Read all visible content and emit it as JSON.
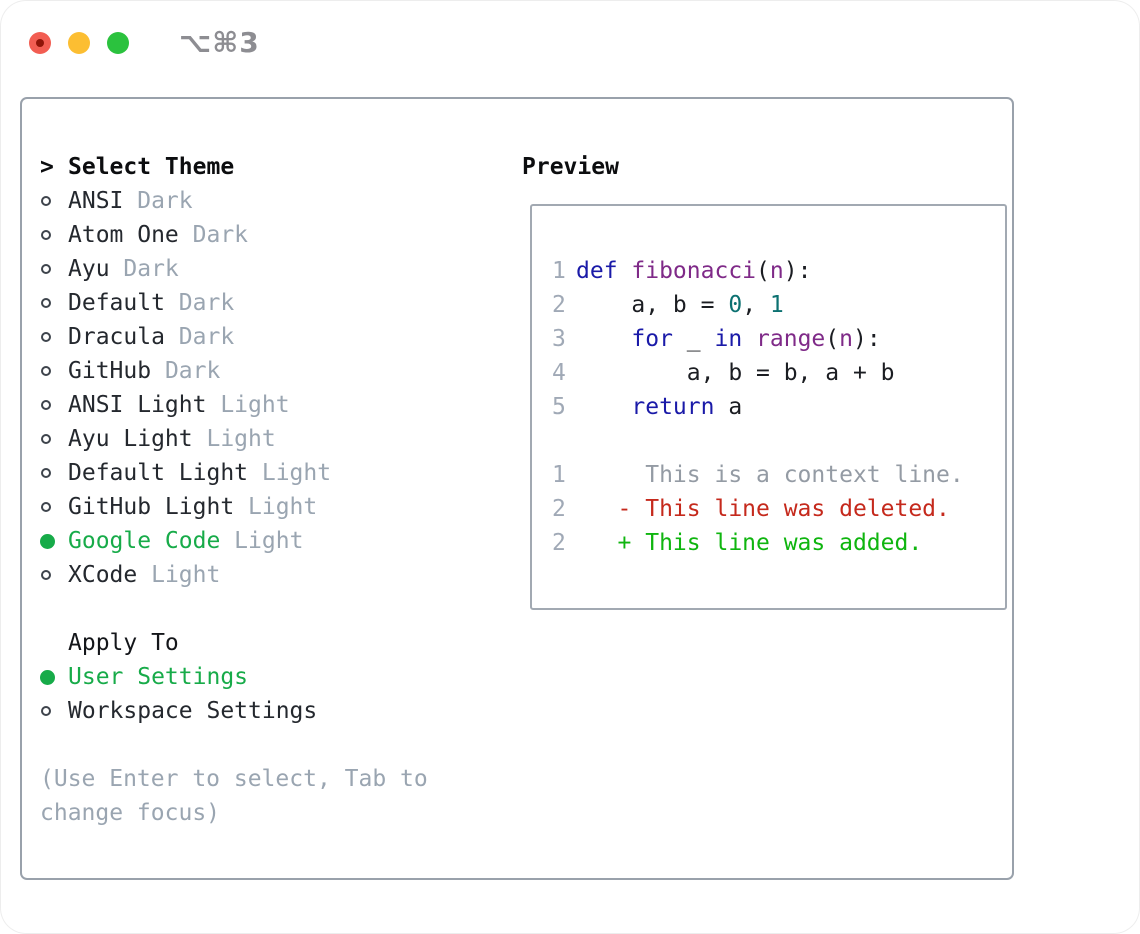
{
  "window": {
    "title": "⌥⌘3",
    "traffic_lights": [
      "close",
      "minimize",
      "zoom"
    ]
  },
  "colors": {
    "accent_green": "#17ab49",
    "panel_border": "#99a1ab",
    "muted_gray": "#9aa5b1"
  },
  "theme_panel": {
    "prompt": ">",
    "title": "Select Theme",
    "themes": [
      {
        "name": "ANSI",
        "variant": "Dark",
        "selected": false
      },
      {
        "name": "Atom One",
        "variant": "Dark",
        "selected": false
      },
      {
        "name": "Ayu",
        "variant": "Dark",
        "selected": false
      },
      {
        "name": "Default",
        "variant": "Dark",
        "selected": false
      },
      {
        "name": "Dracula",
        "variant": "Dark",
        "selected": false
      },
      {
        "name": "GitHub",
        "variant": "Dark",
        "selected": false
      },
      {
        "name": "ANSI Light",
        "variant": "Light",
        "selected": false
      },
      {
        "name": "Ayu Light",
        "variant": "Light",
        "selected": false
      },
      {
        "name": "Default Light",
        "variant": "Light",
        "selected": false
      },
      {
        "name": "GitHub Light",
        "variant": "Light",
        "selected": false
      },
      {
        "name": "Google Code",
        "variant": "Light",
        "selected": true
      },
      {
        "name": "XCode",
        "variant": "Light",
        "selected": false
      }
    ],
    "apply_to": {
      "title": "Apply To",
      "options": [
        {
          "name": "User Settings",
          "selected": true
        },
        {
          "name": "Workspace Settings",
          "selected": false
        }
      ]
    },
    "hint": "(Use Enter to select, Tab to change focus)"
  },
  "preview": {
    "title": "Preview",
    "syntax_colors": {
      "keyword": "#1a1aa8",
      "function": "#7f2a88",
      "literal": "#0c7171",
      "plain": "#1b1d22",
      "line_number": "#a0a9b6",
      "context": "#949ba4",
      "deleted": "#c5291c",
      "added": "#0fb50f"
    },
    "lines": [
      {
        "num": "1",
        "segments": [
          {
            "text": "def ",
            "color": "keyword"
          },
          {
            "text": "fibonacci",
            "color": "function"
          },
          {
            "text": "(",
            "color": "plain"
          },
          {
            "text": "n",
            "color": "function"
          },
          {
            "text": "):",
            "color": "plain"
          }
        ]
      },
      {
        "num": "2",
        "segments": [
          {
            "text": "    a, b = ",
            "color": "plain"
          },
          {
            "text": "0",
            "color": "literal"
          },
          {
            "text": ", ",
            "color": "plain"
          },
          {
            "text": "1",
            "color": "literal"
          }
        ]
      },
      {
        "num": "3",
        "segments": [
          {
            "text": "    ",
            "color": "plain"
          },
          {
            "text": "for",
            "color": "keyword"
          },
          {
            "text": " _ ",
            "color": "plain"
          },
          {
            "text": "in",
            "color": "keyword"
          },
          {
            "text": " ",
            "color": "plain"
          },
          {
            "text": "range",
            "color": "function"
          },
          {
            "text": "(",
            "color": "plain"
          },
          {
            "text": "n",
            "color": "function"
          },
          {
            "text": "):",
            "color": "plain"
          }
        ]
      },
      {
        "num": "4",
        "segments": [
          {
            "text": "        a, b = b, a + b",
            "color": "plain"
          }
        ]
      },
      {
        "num": "5",
        "segments": [
          {
            "text": "    ",
            "color": "plain"
          },
          {
            "text": "return",
            "color": "keyword"
          },
          {
            "text": " a",
            "color": "plain"
          }
        ]
      },
      {
        "num": "",
        "segments": []
      },
      {
        "num": "1",
        "segments": [
          {
            "text": "     This is a context line.",
            "color": "context"
          }
        ]
      },
      {
        "num": "2",
        "segments": [
          {
            "text": "   - This line was deleted.",
            "color": "deleted"
          }
        ]
      },
      {
        "num": "2",
        "segments": [
          {
            "text": "   + This line was added.",
            "color": "added"
          }
        ]
      }
    ]
  }
}
